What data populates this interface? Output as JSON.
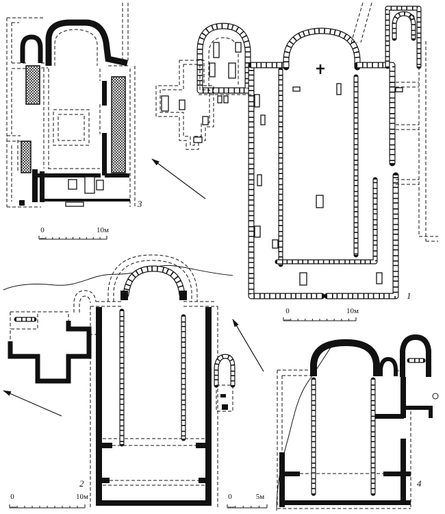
{
  "colors": {
    "ink": "#111111",
    "paper": "#ffffff"
  },
  "plans": {
    "plan_1": {
      "number": "1",
      "scale_start": "0",
      "scale_end": "10м"
    },
    "plan_2": {
      "number": "2",
      "scale_start": "0",
      "scale_end": "10м"
    },
    "plan_3": {
      "number": "3",
      "scale_start": "0",
      "scale_end": "10м"
    },
    "plan_4": {
      "number": "4",
      "scale_start": "0",
      "scale_end": "5м"
    }
  }
}
